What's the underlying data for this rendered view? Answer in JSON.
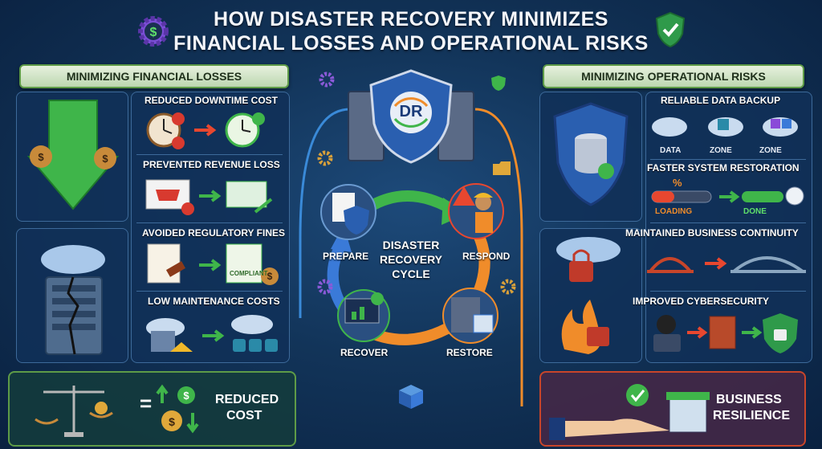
{
  "title": {
    "line1": "HOW DISASTER RECOVERY MINIMIZES",
    "line2": "FINANCIAL LOSSES AND OPERATIONAL RISKS"
  },
  "left": {
    "banner": "MINIMIZING FINANCIAL LOSSES",
    "items": [
      {
        "label": "REDUCED DOWNTIME COST"
      },
      {
        "label": "PREVENTED REVENUE LOSS"
      },
      {
        "label": "AVOIDED REGULATORY FINES",
        "stamp": "COMPLIANT"
      },
      {
        "label": "LOW MAINTENANCE COSTS"
      }
    ]
  },
  "right": {
    "banner": "MINIMIZING OPERATIONAL RISKS",
    "items": [
      {
        "label": "RELIABLE DATA BACKUP",
        "sub": [
          "DATA",
          "ZONE",
          "ZONE"
        ]
      },
      {
        "label": "FASTER SYSTEM RESTORATION",
        "sub": [
          "LOADING",
          "DONE"
        ],
        "percent_sign": "%"
      },
      {
        "label": "MAINTAINED BUSINESS CONTINUITY"
      },
      {
        "label": "IMPROVED CYBERSECURITY"
      }
    ]
  },
  "center": {
    "badge": "DR",
    "cycle_title": "DISASTER RECOVERY CYCLE",
    "steps": [
      "PREPARE",
      "RESPOND",
      "RECOVER",
      "RESTORE"
    ]
  },
  "bottom_left": {
    "equals": "=",
    "line1": "REDUCED",
    "line2": "COST"
  },
  "bottom_right": {
    "line1": "BUSINESS",
    "line2": "RESILIENCE"
  },
  "colors": {
    "accent_green": "#3fb54a",
    "accent_orange": "#f08c2a",
    "accent_red": "#d83a2f",
    "shield_blue": "#2a5fb0",
    "banner_green": "#bcd7b0"
  }
}
